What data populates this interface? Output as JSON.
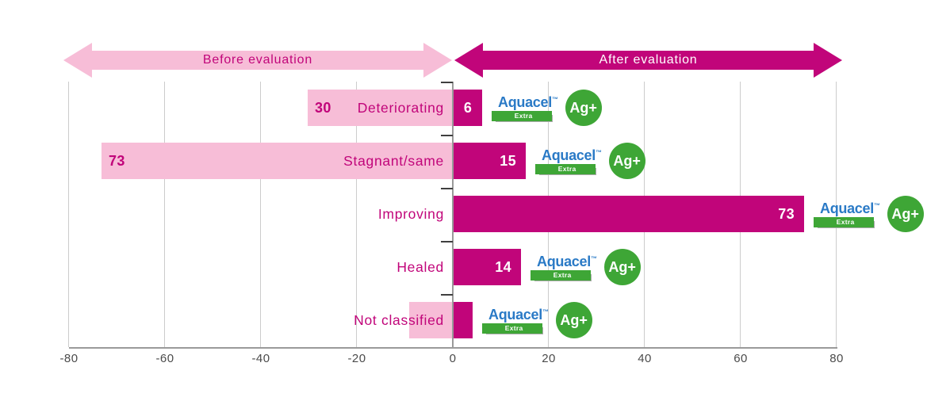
{
  "arrows": {
    "before": {
      "label": "Before evaluation"
    },
    "after": {
      "label": "After evaluation"
    }
  },
  "chart_data": {
    "type": "bar",
    "variant": "diverging-horizontal",
    "categories": [
      "Deteriorating",
      "Stagnant/same",
      "Improving",
      "Healed",
      "Not classified"
    ],
    "series": [
      {
        "name": "Before evaluation",
        "color": "#F7BDD7",
        "values": [
          30,
          73,
          0,
          0,
          9
        ],
        "value_labels": [
          "30",
          "73",
          "",
          "",
          ""
        ]
      },
      {
        "name": "After evaluation",
        "color": "#C1057A",
        "values": [
          6,
          15,
          73,
          14,
          4
        ],
        "value_labels": [
          "6",
          "15",
          "73",
          "14",
          ""
        ]
      }
    ],
    "xlim": [
      -80,
      80
    ],
    "xticks": [
      -80,
      -60,
      -40,
      -20,
      0,
      20,
      40,
      60,
      80
    ],
    "grid": true,
    "legend_position": "top-arrows"
  },
  "logo": {
    "brand": "Aquacel",
    "trademark": "™",
    "variant": "Extra",
    "badge": "Ag+"
  },
  "colors": {
    "magenta": "#C1057A",
    "pink": "#F7BDD7",
    "aquacel_blue": "#2A7AC6",
    "green": "#3EA636",
    "gridline": "#CCCCCC",
    "axis": "#9A9A9A",
    "tick_text": "#4B4B4B"
  }
}
